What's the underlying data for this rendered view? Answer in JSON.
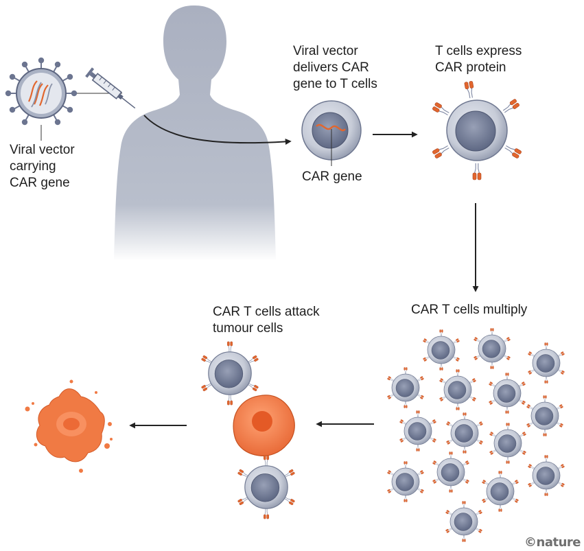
{
  "labels": {
    "viral_vector": "Viral vector\ncarrying\nCAR gene",
    "delivers": "Viral vector\ndelivers CAR\ngene to T cells",
    "express": "T cells express\nCAR protein",
    "car_gene": "CAR gene",
    "multiply": "CAR T cells multiply",
    "attack": "CAR T cells attack\ntumour cells"
  },
  "credit": "©nature",
  "colors": {
    "silhouette": "#b2b8c7",
    "cell_body": "#c5cad6",
    "nucleus": "#6c7590",
    "receptor": "#e2662e",
    "tumour": "#f2814d",
    "arrow": "#222222"
  },
  "icons": [
    "viral-vector-icon",
    "syringe-icon",
    "human-silhouette-icon",
    "t-cell-icon",
    "car-receptor-icon",
    "tumour-cell-icon",
    "dead-tumour-cell-icon"
  ]
}
